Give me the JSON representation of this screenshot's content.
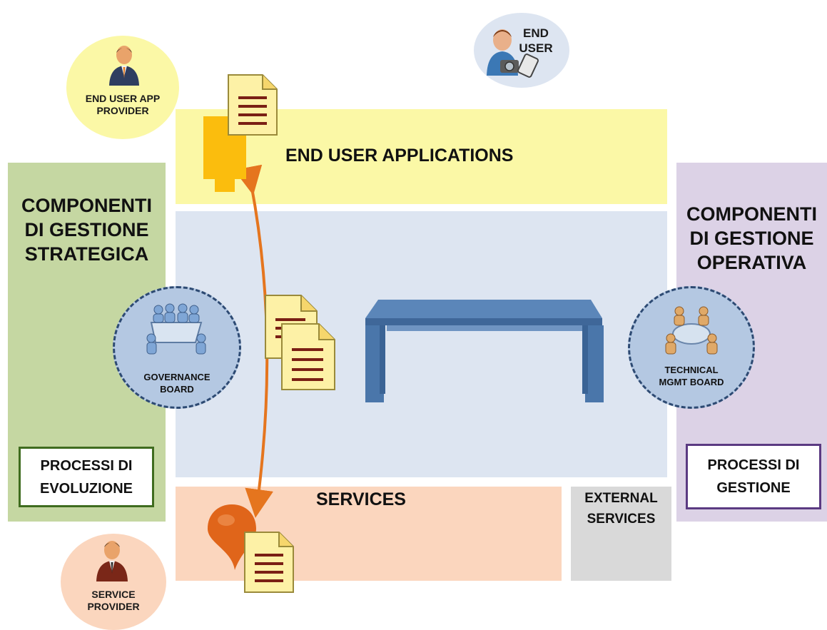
{
  "bands": {
    "end_user_applications": "END USER APPLICATIONS",
    "services": "SERVICES",
    "external_services": "EXTERNAL\nSERVICES"
  },
  "left_panel": {
    "title": "COMPONENTI\nDI GESTIONE\nSTRATEGICA",
    "process_box": "PROCESSI DI\nEVOLUZIONE"
  },
  "right_panel": {
    "title": "COMPONENTI\nDI GESTIONE\nOPERATIVA",
    "process_box": "PROCESSI DI\nGESTIONE"
  },
  "roles": {
    "end_user": "END\nUSER",
    "end_user_app_provider": "END USER APP\nPROVIDER",
    "service_provider": "SERVICE\nPROVIDER"
  },
  "boards": {
    "governance": "GOVERNANCE\nBOARD",
    "technical": "TECHNICAL\nMGMT BOARD"
  },
  "colors": {
    "yellow_band": "#fbf8a6",
    "blue_area": "#dde5f1",
    "services_band": "#fbd6be",
    "external_band": "#d9d9d9",
    "left_panel": "#c5d7a2",
    "right_panel": "#dcd2e6",
    "arrow": "#e5751e",
    "left_box_border": "#3f6c1f",
    "right_box_border": "#5b3a82"
  },
  "icons": [
    "person-camera-icon",
    "businessman-icon",
    "service-provider-icon",
    "document-icon",
    "plug-connector-icon",
    "pin-icon",
    "table-icon",
    "meeting-icon",
    "bidirectional-arrow-icon"
  ]
}
